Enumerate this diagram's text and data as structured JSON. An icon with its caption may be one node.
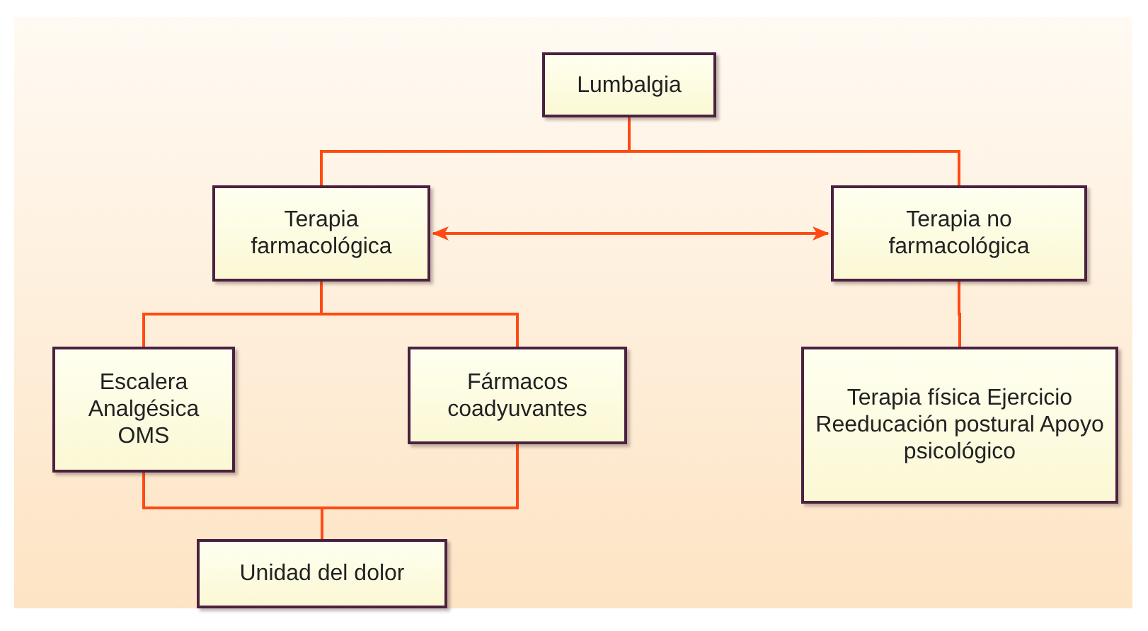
{
  "diagram": {
    "nodes": [
      {
        "text": [
          "Lumbalgia"
        ]
      },
      {
        "text": [
          "Terapia farmacológica"
        ]
      },
      {
        "text": [
          "Terapia no farmacológica"
        ]
      },
      {
        "text": [
          "Escalera Analgésica OMS"
        ]
      },
      {
        "text": [
          "Fármacos coadyuvantes"
        ]
      },
      {
        "text": [
          "Terapia física Ejercicio Reeducación postural Apoyo psicológico"
        ]
      },
      {
        "text": [
          "Unidad del dolor"
        ]
      }
    ],
    "edges": [
      {
        "from": 0,
        "to": 1,
        "arrow": "none"
      },
      {
        "from": 0,
        "to": 2,
        "arrow": "none"
      },
      {
        "from": 1,
        "to": 2,
        "arrow": "both"
      },
      {
        "from": 1,
        "to": 3,
        "arrow": "none"
      },
      {
        "from": 1,
        "to": 4,
        "arrow": "none"
      },
      {
        "from": 2,
        "to": 5,
        "arrow": "none"
      },
      {
        "from": 3,
        "to": 6,
        "arrow": "none"
      },
      {
        "from": 4,
        "to": 6,
        "arrow": "none"
      }
    ]
  }
}
